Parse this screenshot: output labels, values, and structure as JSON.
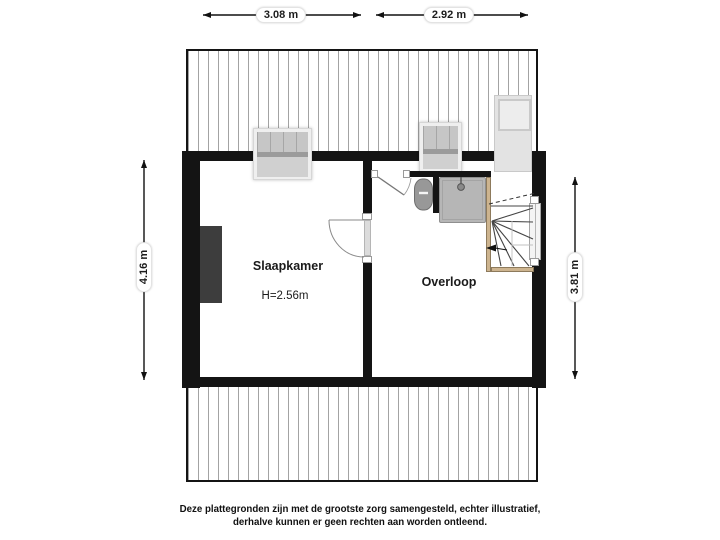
{
  "dimensions": {
    "top_left": "3.08 m",
    "top_right": "2.92 m",
    "left": "4.16 m",
    "right": "3.81 m"
  },
  "rooms": {
    "slaapkamer": {
      "name": "Slaapkamer",
      "ceiling_height": "H=2.56m"
    },
    "overloop": {
      "name": "Overloop"
    }
  },
  "fixtures": {
    "toilet": "toilet",
    "shower": "shower",
    "stairs": "winder-staircase-down",
    "doors": "hinged-doors",
    "dormer_windows": "roof-windows",
    "chimney": "chimney"
  },
  "disclaimer": {
    "line1": "Deze plattegronden zijn met de grootste zorg samengesteld, echter illustratief,",
    "line2": "derhalve kunnen er geen rechten aan worden ontleend."
  },
  "colors": {
    "wall": "#141414",
    "hatch_line": "#a3a3a3",
    "wood": "#cdb48f",
    "fixture_gray": "#b6b6b6",
    "toilet_gray": "#989898",
    "chimney_dark": "#3d3d3d",
    "background": "#ffffff"
  }
}
